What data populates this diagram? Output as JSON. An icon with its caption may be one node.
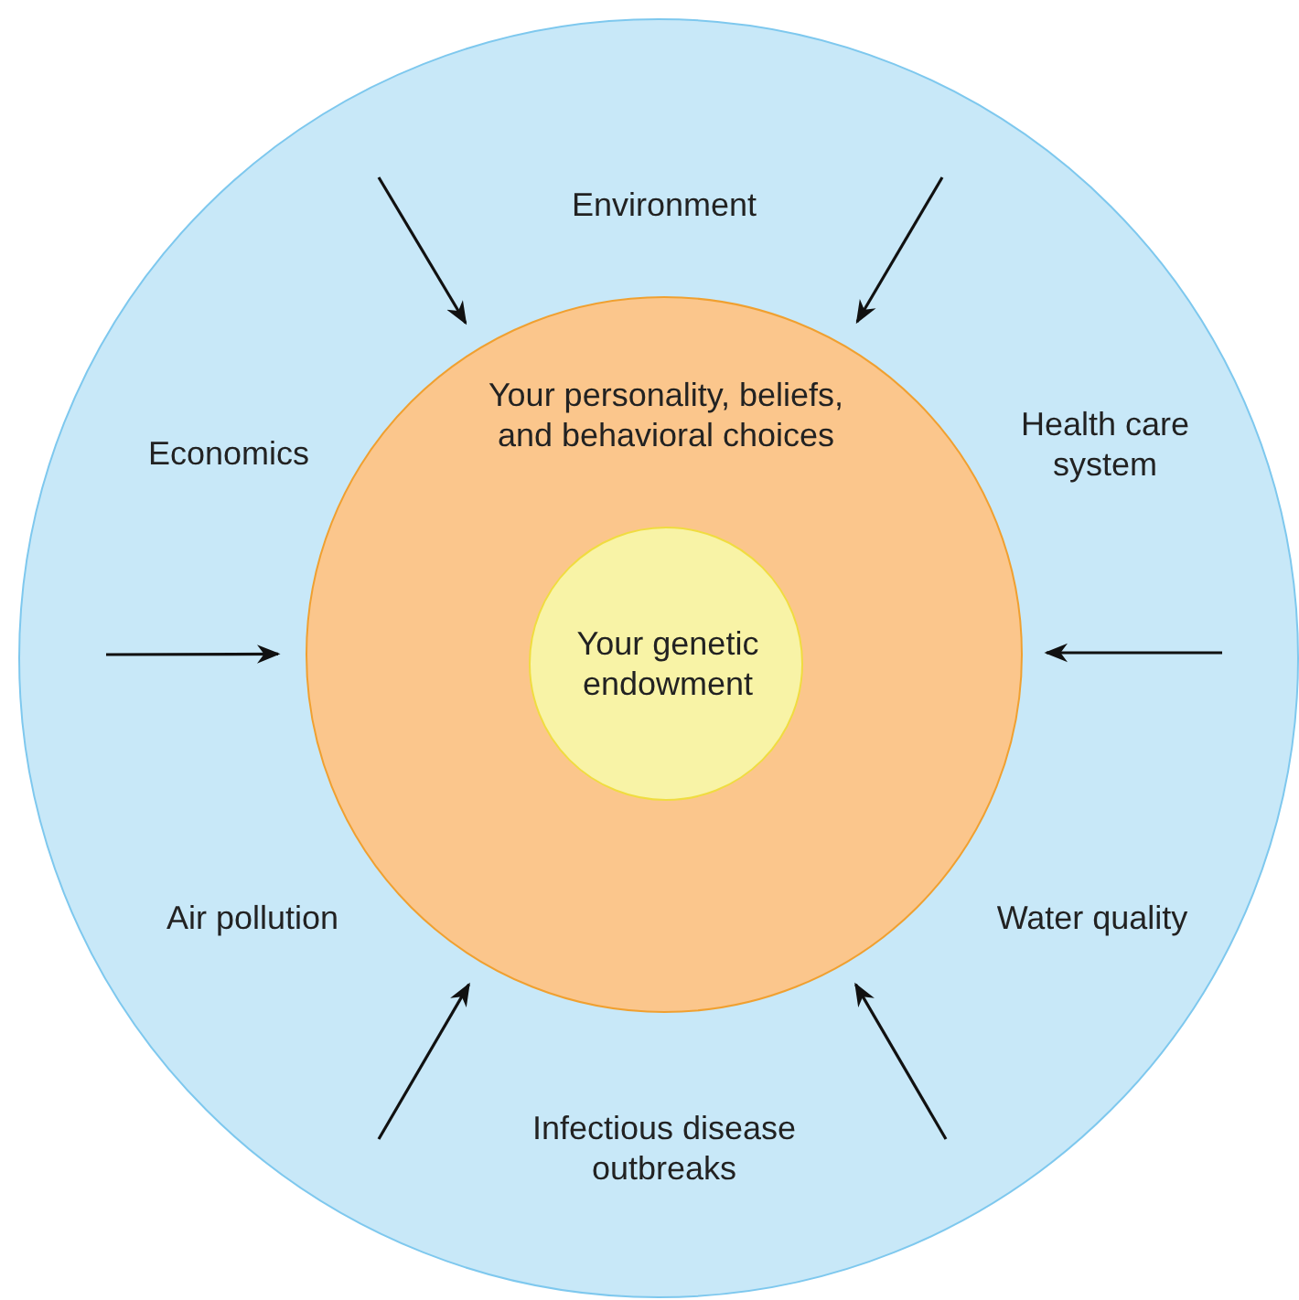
{
  "diagram": {
    "nodes": [
      {
        "text": [
          "Environment",
          "Economics",
          "Health care system",
          "Air pollution",
          "Water quality",
          "Infectious disease outbreaks"
        ]
      },
      {
        "text": [
          "Your personality, beliefs, and behavioral choices"
        ],
        "in": 0
      },
      {
        "text": [
          "Your genetic endowment"
        ],
        "in": 1
      }
    ],
    "edges": [
      {
        "from": null,
        "to": 1,
        "arrow": "to"
      },
      {
        "from": null,
        "to": 1,
        "arrow": "to"
      },
      {
        "from": null,
        "to": 1,
        "arrow": "to"
      },
      {
        "from": null,
        "to": 1,
        "arrow": "to"
      },
      {
        "from": null,
        "to": 1,
        "arrow": "to"
      },
      {
        "from": null,
        "to": 1,
        "arrow": "to"
      }
    ]
  }
}
